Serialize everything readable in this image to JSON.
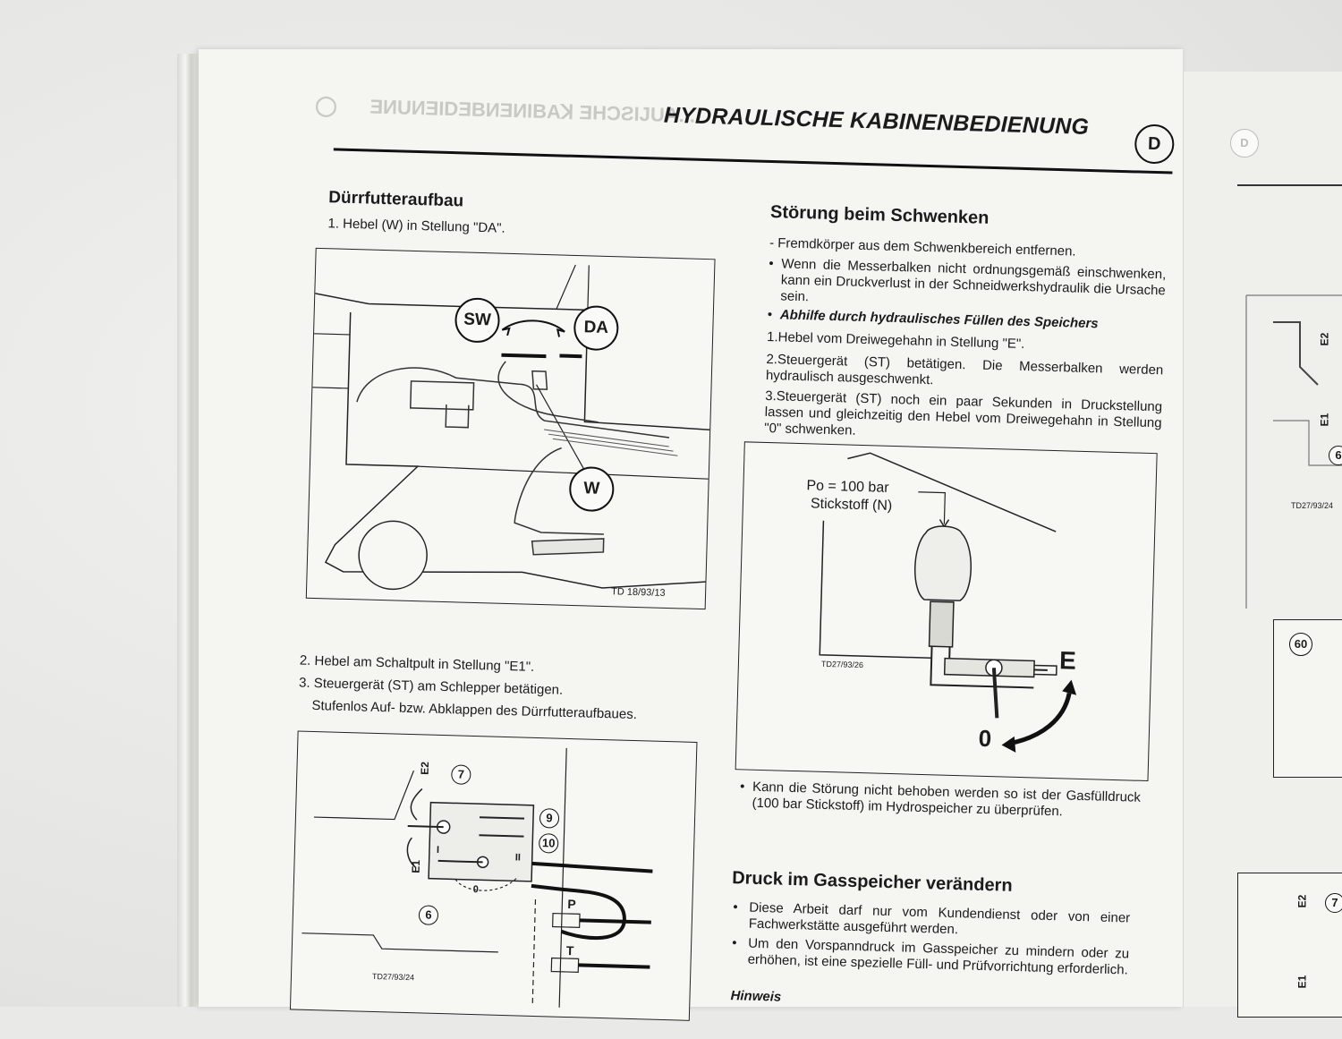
{
  "header": {
    "title": "HYDRAULISCHE KABINENBEDIENUNG",
    "lang": "D"
  },
  "left": {
    "section1_title": "Dürrfutteraufbau",
    "step1": "1. Hebel (W) in Stellung \"DA\".",
    "fig1": {
      "callouts": [
        "SW",
        "DA",
        "W"
      ],
      "ref": "TD 18/93/13"
    },
    "step2": "2. Hebel am Schaltpult  in Stellung \"E1\".",
    "step3": "3. Steuergerät (ST) am Schlepper betätigen.",
    "step3_cont": "Stufenlos Auf- bzw. Abklappen des Dürrfutteraufbaues.",
    "fig2": {
      "labels": {
        "e2": "E2",
        "e1": "E1",
        "pos_i": "I",
        "pos_ii": "II",
        "pos_0": "0",
        "p": "P",
        "t": "T"
      },
      "numbers": [
        "7",
        "9",
        "10",
        "6"
      ],
      "ref": "TD27/93/24"
    }
  },
  "right": {
    "section2_title": "Störung beim Schwenken",
    "item1": "-  Fremdkörper aus dem Schwenkbereich entfernen.",
    "item2": "Wenn die Messerbalken nicht ordnungsgemäß einschwenken, kann ein Druckverlust in der Schneidwerkshydraulik die Ursache sein.",
    "item3": "Abhilfe durch hydraulisches Füllen des Speichers",
    "step1": "1.Hebel vom Dreiwegehahn in Stellung \"E\".",
    "step2": "2.Steuergerät (ST) betätigen. Die Messerbalken werden hydraulisch ausgeschwenkt.",
    "step3": "3.Steuergerät (ST) noch ein paar Sekunden in Druckstellung lassen und gleichzeitig den Hebel vom Dreiwegehahn in Stellung \"0\" schwenken.",
    "fig3": {
      "label_line1": "Po  =  100 bar",
      "label_line2": "Stickstoff  (N)",
      "pos_e": "E",
      "pos_0": "0",
      "ref": "TD27/93/26"
    },
    "note": "Kann die Störung nicht behoben werden so ist der Gasfülldruck (100 bar Stickstoff) im Hydrospeicher zu überprüfen.",
    "section3_title": "Druck im Gasspeicher verändern",
    "bullet1": "Diese Arbeit darf nur vom Kundendienst oder von einer Fachwerkstätte ausgeführt werden.",
    "bullet2": "Um den Vorspanndruck im Gasspeicher zu mindern oder zu erhöhen, ist eine spezielle Füll- und Prüfvorrichtung erforderlich.",
    "cutoff": "Hinweis"
  },
  "next_page": {
    "lang": "D",
    "figA": {
      "e2": "E2",
      "e1": "E1",
      "number": "6",
      "ref": "TD27/93/24"
    },
    "figB": {
      "number": "60"
    },
    "figC": {
      "e2": "E2",
      "e1": "E1",
      "number": "7"
    }
  }
}
